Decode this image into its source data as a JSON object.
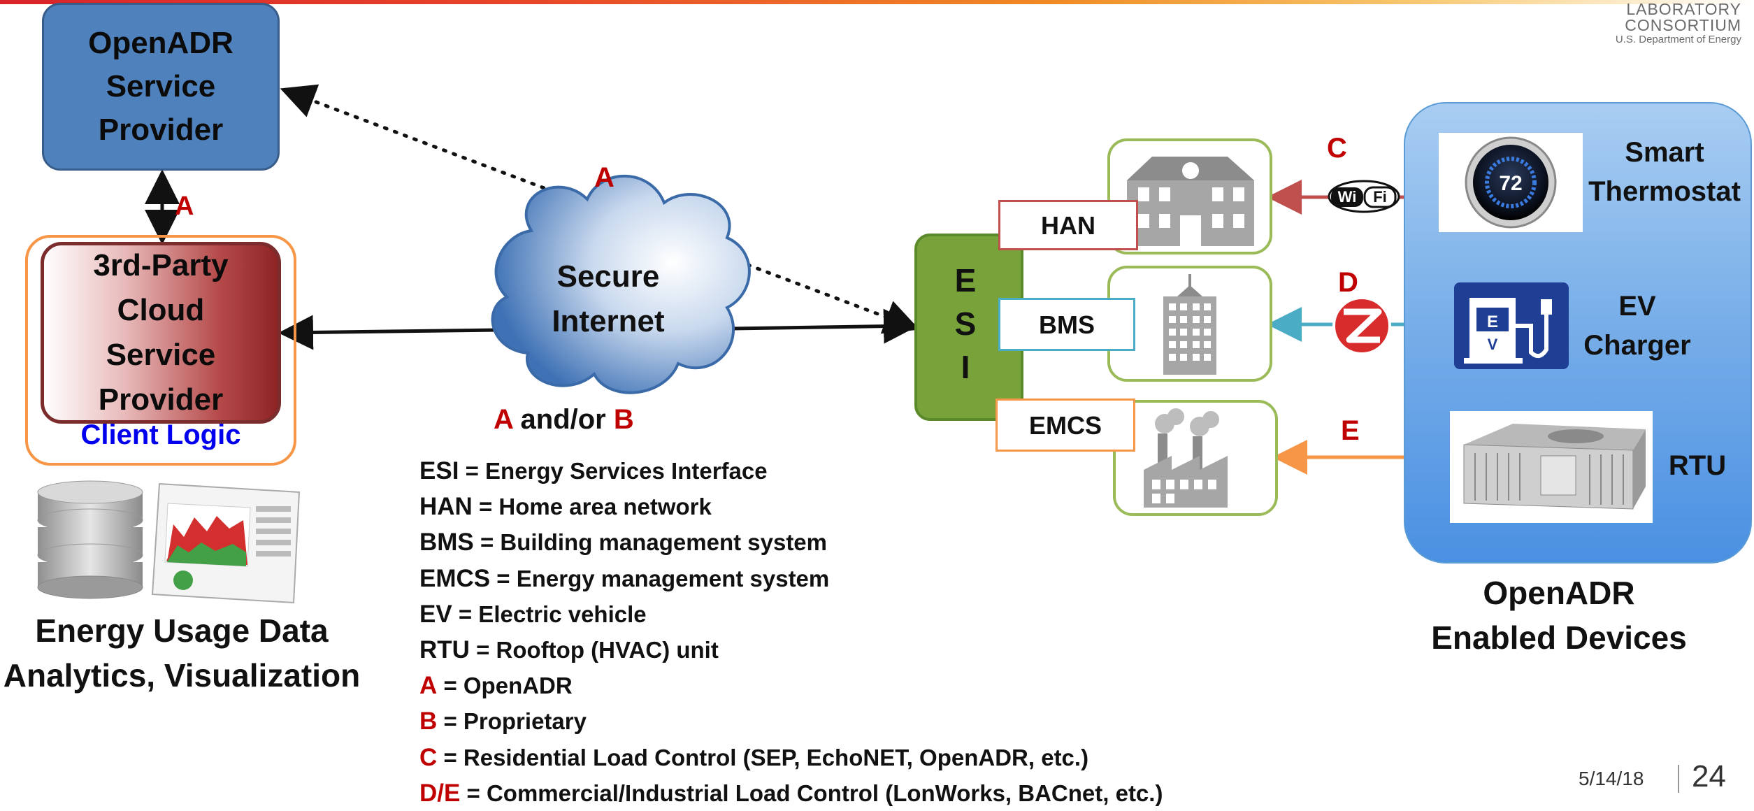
{
  "logo": {
    "line1": "LABORATORY",
    "line2": "CONSORTIUM",
    "line3": "U.S. Department of Energy"
  },
  "service_provider": {
    "lines": [
      "OpenADR",
      "Service",
      "Provider"
    ]
  },
  "cloud_provider": {
    "lines": [
      "3rd-Party",
      "Cloud",
      "Service",
      "Provider"
    ],
    "client_logic": "Client Logic"
  },
  "analytics": {
    "lines": [
      "Energy Usage Data",
      "Analytics, Visualization"
    ]
  },
  "internet": {
    "lines": [
      "Secure",
      "Internet"
    ],
    "caption_a": "A",
    "caption_mid": " and/or ",
    "caption_b": "B"
  },
  "link_labels": {
    "a_vertical": "A",
    "a_dotted": "A",
    "c": "C",
    "d": "D",
    "e": "E"
  },
  "esi": {
    "letters": [
      "E",
      "S",
      "I"
    ]
  },
  "networks": {
    "han": "HAN",
    "bms": "BMS",
    "emcs": "EMCS"
  },
  "protocols": {
    "wifi": "WiFi",
    "zigbee": "Z"
  },
  "thermostat_reading": "72",
  "devices": {
    "thermostat": [
      "Smart",
      "Thermostat"
    ],
    "ev": [
      "EV",
      "Charger"
    ],
    "rtu": [
      "RTU"
    ],
    "group": [
      "OpenADR",
      "Enabled Devices"
    ]
  },
  "legend": [
    {
      "key": "ESI",
      "text": " = Energy Services Interface",
      "red": false
    },
    {
      "key": "HAN",
      "text": " = Home area network",
      "red": false
    },
    {
      "key": "BMS",
      "text": " = Building management system",
      "red": false
    },
    {
      "key": "EMCS",
      "text": " = Energy management system",
      "red": false
    },
    {
      "key": "EV",
      "text": " = Electric vehicle",
      "red": false
    },
    {
      "key": "RTU",
      "text": " = Rooftop (HVAC) unit",
      "red": false
    },
    {
      "key": "A",
      "text": " = OpenADR",
      "red": true
    },
    {
      "key": "B",
      "text": " = Proprietary",
      "red": true
    },
    {
      "key": "C",
      "text": " = Residential Load Control (SEP, EchoNET, OpenADR, etc.)",
      "red": true
    },
    {
      "key": "D/E",
      "text": " = Commercial/Industrial Load Control (LonWorks, BACnet, etc.)",
      "red": true
    }
  ],
  "footer": {
    "date": "5/14/18",
    "page": "24"
  },
  "colors": {
    "blue_box": "#4f81bd",
    "red_label": "#c00000",
    "esi_green": "#77a33a",
    "client_logic": "#0000ee"
  }
}
